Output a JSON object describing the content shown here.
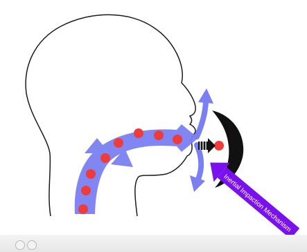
{
  "diagram": {
    "label": "Inertial Impaction Mechanism",
    "colors": {
      "airflow": "#7a80f2",
      "particle": "#ee3c3c",
      "mask": "#111111",
      "label_arrow": "#7a10ee",
      "label_text": "#ffffff",
      "outline": "#1a1a1a"
    },
    "icons": [
      "head-silhouette",
      "airflow-arrow",
      "particle",
      "mask-barrier",
      "impaction-arrow",
      "zoom-icon"
    ]
  }
}
